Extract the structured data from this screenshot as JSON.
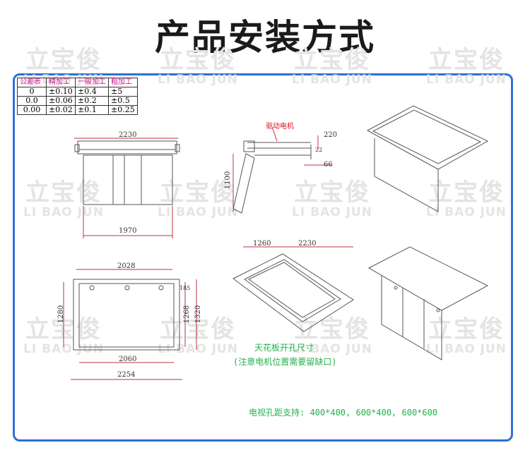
{
  "title": "产品安装方式",
  "watermark": {
    "cn": "立宝俊",
    "en": "LI BAO JUN"
  },
  "tolerance_table": {
    "headers": [
      "公差表",
      "精加工",
      "一般加工",
      "粗加工"
    ],
    "rows": [
      [
        "0",
        "±0.10",
        "±0.4",
        "±5"
      ],
      [
        "0.0",
        "±0.06",
        "±0.2",
        "±0.5"
      ],
      [
        "0.00",
        "±0.02",
        "±0.1",
        "±0.25"
      ]
    ]
  },
  "drawing_front": {
    "top_dim": "2230",
    "bottom_dim": "1970"
  },
  "drawing_side": {
    "motor_label": "驱动电机",
    "dim_220": "220",
    "dim_22": "22",
    "dim_66": "66",
    "dim_1100": "1100"
  },
  "drawing_plan": {
    "top_dim": "2028",
    "right_dim_small": "185",
    "left_dim": "1280",
    "right_dim_1": "1268",
    "right_dim_2": "1320",
    "bottom_dim_1": "2060",
    "bottom_dim_2": "2254"
  },
  "drawing_ceiling": {
    "dim_left": "1260",
    "dim_right": "2230"
  },
  "notes": {
    "ceiling_cut": "天花板开孔尺寸",
    "motor_notice": "(注意电机位置需要留缺口)",
    "tv_mount": "电视孔距支持: 400*400, 600*400, 600*600"
  },
  "colors": {
    "frame": "#2d6fd6",
    "note": "#23b14d",
    "motor_label": "#e0121b",
    "header": "#d4148f"
  }
}
